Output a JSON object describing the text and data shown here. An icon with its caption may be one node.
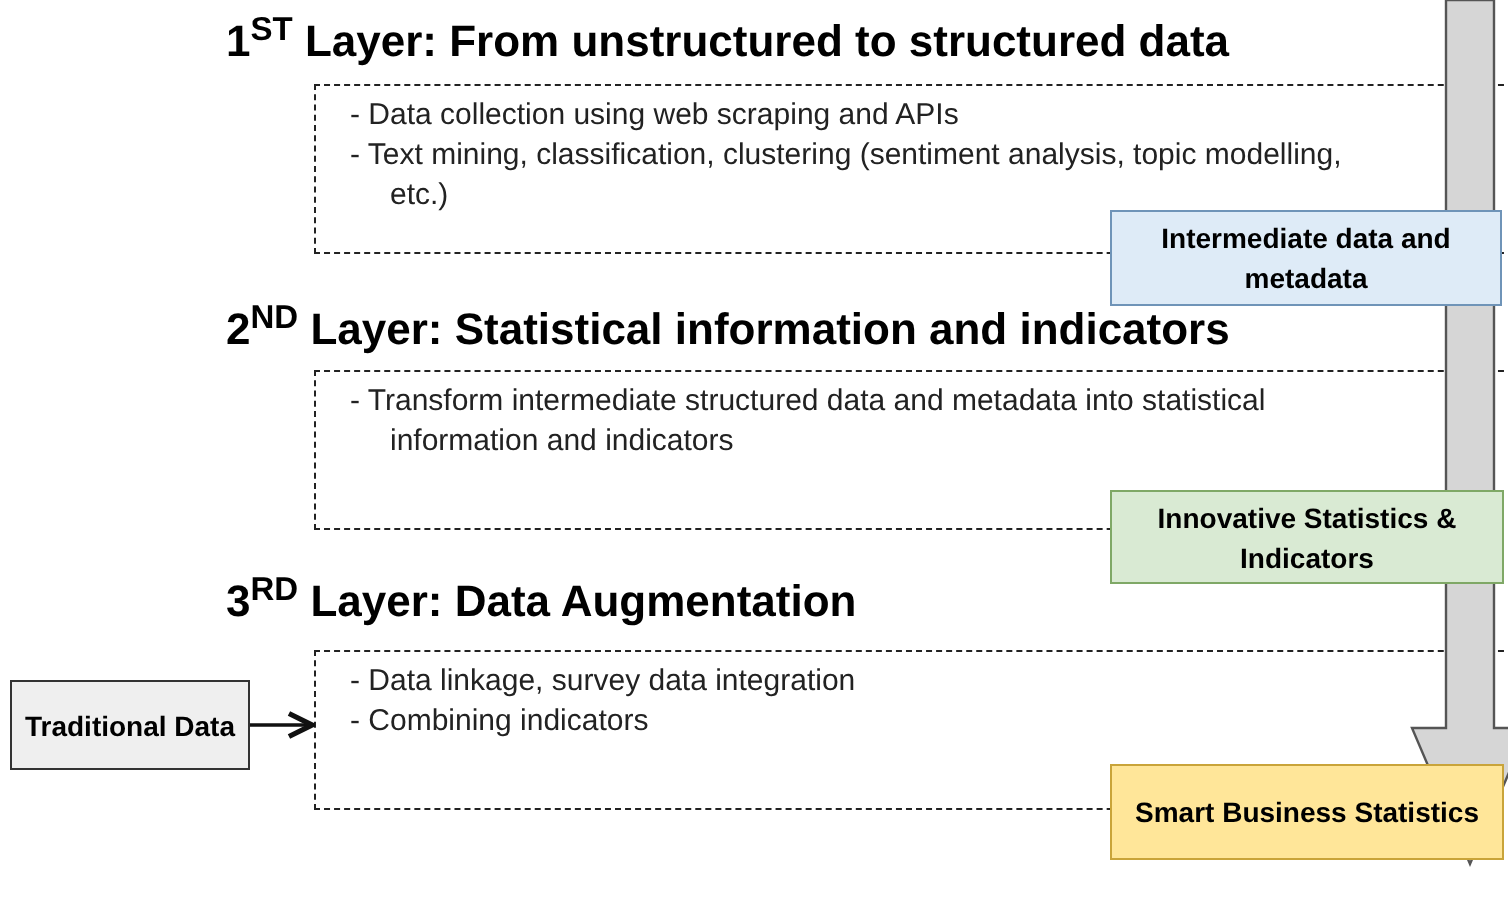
{
  "diagram": {
    "nodes": [
      {
        "text": [
          "1$^{ST}$ Layer: From unstructured to structured data",
          "- Data collection using web scraping and APIs",
          "- Text mining, classification, clustering (sentiment analysis, topic modelling, etc.)"
        ]
      },
      {
        "text": [
          "Intermediate data and metadata"
        ]
      },
      {
        "text": [
          "2$^{ND}$ Layer: Statistical information and indicators",
          "- Transform intermediate structured data and metadata into statistical information and indicators"
        ]
      },
      {
        "text": [
          "Innovative Statistics & Indicators"
        ]
      },
      {
        "text": [
          "3$^{RD}$ Layer: Data Augmentation",
          "- Data linkage, survey data integration",
          "- Combining indicators"
        ]
      },
      {
        "text": [
          "Traditional Data"
        ]
      },
      {
        "text": [
          "Smart Business Statistics"
        ]
      }
    ],
    "edges": [
      {
        "from": 5,
        "to": 4,
        "arrow": "to"
      }
    ]
  }
}
